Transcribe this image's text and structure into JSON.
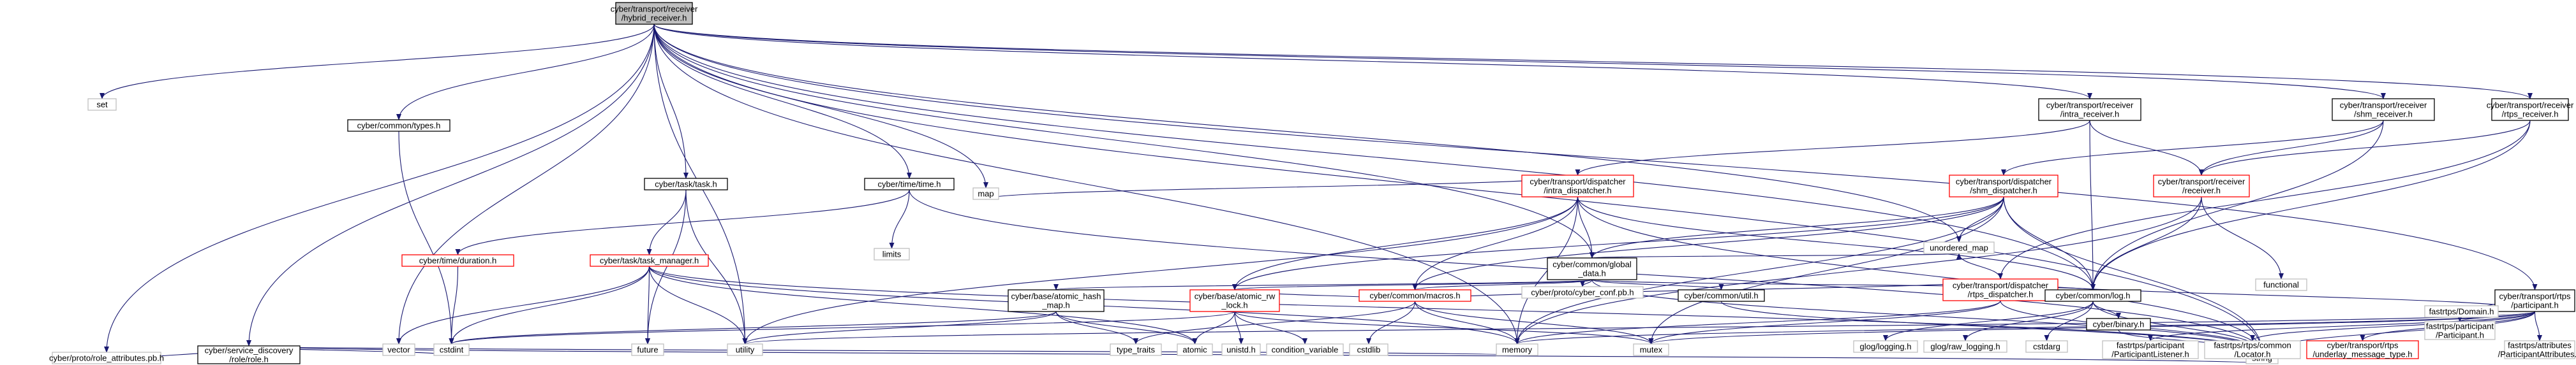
{
  "diagram_title": "",
  "colors": {
    "edge": "#191970",
    "root_fill": "#bfbfbf",
    "node_fill": "#ffffff",
    "normal_border": "#000000",
    "missing_border": "#bfbfbf",
    "linked_border": "#ff0000"
  },
  "nodes": [
    {
      "id": "hybrid",
      "lines": [
        "cyber/transport/receiver",
        "/hybrid_receiver.h"
      ],
      "kind": "root"
    },
    {
      "id": "set",
      "lines": [
        "set"
      ],
      "kind": "missing"
    },
    {
      "id": "commontypes",
      "lines": [
        "cyber/common/types.h"
      ],
      "kind": "normal"
    },
    {
      "id": "tasktask",
      "lines": [
        "cyber/task/task.h"
      ],
      "kind": "normal"
    },
    {
      "id": "timetime",
      "lines": [
        "cyber/time/time.h"
      ],
      "kind": "normal"
    },
    {
      "id": "map",
      "lines": [
        "map"
      ],
      "kind": "missing"
    },
    {
      "id": "intrarecv",
      "lines": [
        "cyber/transport/receiver",
        "/intra_receiver.h"
      ],
      "kind": "normal"
    },
    {
      "id": "shmrecv",
      "lines": [
        "cyber/transport/receiver",
        "/shm_receiver.h"
      ],
      "kind": "normal"
    },
    {
      "id": "rtpsrecv",
      "lines": [
        "cyber/transport/receiver",
        "/rtps_receiver.h"
      ],
      "kind": "normal"
    },
    {
      "id": "intradisp",
      "lines": [
        "cyber/transport/dispatcher",
        "/intra_dispatcher.h"
      ],
      "kind": "linked"
    },
    {
      "id": "shmdisp",
      "lines": [
        "cyber/transport/dispatcher",
        "/shm_dispatcher.h"
      ],
      "kind": "linked"
    },
    {
      "id": "receiver",
      "lines": [
        "cyber/transport/receiver",
        "/receiver.h"
      ],
      "kind": "linked"
    },
    {
      "id": "functional",
      "lines": [
        "functional"
      ],
      "kind": "missing"
    },
    {
      "id": "rtpsdisp",
      "lines": [
        "cyber/transport/dispatcher",
        "/rtps_dispatcher.h"
      ],
      "kind": "linked"
    },
    {
      "id": "globaldata",
      "lines": [
        "cyber/common/global",
        "_data.h"
      ],
      "kind": "normal"
    },
    {
      "id": "servicedisc",
      "lines": [
        "cyber/service_discovery",
        "/role/role.h"
      ],
      "kind": "normal"
    },
    {
      "id": "duration",
      "lines": [
        "cyber/time/duration.h"
      ],
      "kind": "linked"
    },
    {
      "id": "taskmanager",
      "lines": [
        "cyber/task/task_manager.h"
      ],
      "kind": "linked"
    },
    {
      "id": "atomichash",
      "lines": [
        "cyber/base/atomic_hash",
        "_map.h"
      ],
      "kind": "normal"
    },
    {
      "id": "atomicrw",
      "lines": [
        "cyber/base/atomic_rw",
        "_lock.h"
      ],
      "kind": "linked"
    },
    {
      "id": "macros",
      "lines": [
        "cyber/common/macros.h"
      ],
      "kind": "linked"
    },
    {
      "id": "cyberconf",
      "lines": [
        "cyber/proto/cyber_conf.pb.h"
      ],
      "kind": "missing"
    },
    {
      "id": "util",
      "lines": [
        "cyber/common/util.h"
      ],
      "kind": "normal"
    },
    {
      "id": "unorderedmap",
      "lines": [
        "unordered_map"
      ],
      "kind": "missing"
    },
    {
      "id": "limits",
      "lines": [
        "limits"
      ],
      "kind": "missing"
    },
    {
      "id": "log",
      "lines": [
        "cyber/common/log.h"
      ],
      "kind": "normal"
    },
    {
      "id": "participant",
      "lines": [
        "cyber/transport/rtps",
        "/participant.h"
      ],
      "kind": "normal"
    },
    {
      "id": "roleattr",
      "lines": [
        "cyber/proto/role_attributes.pb.h"
      ],
      "kind": "missing"
    },
    {
      "id": "vector",
      "lines": [
        "vector"
      ],
      "kind": "missing"
    },
    {
      "id": "cstdint",
      "lines": [
        "cstdint"
      ],
      "kind": "missing"
    },
    {
      "id": "future",
      "lines": [
        "future"
      ],
      "kind": "missing"
    },
    {
      "id": "utility",
      "lines": [
        "utility"
      ],
      "kind": "missing"
    },
    {
      "id": "typetraits",
      "lines": [
        "type_traits"
      ],
      "kind": "missing"
    },
    {
      "id": "atomic",
      "lines": [
        "atomic"
      ],
      "kind": "missing"
    },
    {
      "id": "unistd",
      "lines": [
        "unistd.h"
      ],
      "kind": "missing"
    },
    {
      "id": "condvar",
      "lines": [
        "condition_variable"
      ],
      "kind": "missing"
    },
    {
      "id": "cstdlib",
      "lines": [
        "cstdlib"
      ],
      "kind": "missing"
    },
    {
      "id": "memory",
      "lines": [
        "memory"
      ],
      "kind": "missing"
    },
    {
      "id": "mutex",
      "lines": [
        "mutex"
      ],
      "kind": "missing"
    },
    {
      "id": "glog",
      "lines": [
        "glog/logging.h"
      ],
      "kind": "missing"
    },
    {
      "id": "glograw",
      "lines": [
        "glog/raw_logging.h"
      ],
      "kind": "missing"
    },
    {
      "id": "cstdarg",
      "lines": [
        "cstdarg"
      ],
      "kind": "missing"
    },
    {
      "id": "binary",
      "lines": [
        "cyber/binary.h"
      ],
      "kind": "normal"
    },
    {
      "id": "string",
      "lines": [
        "string"
      ],
      "kind": "missing"
    },
    {
      "id": "partlistener",
      "lines": [
        "fastrtps/participant",
        "/ParticipantListener.h"
      ],
      "kind": "missing"
    },
    {
      "id": "locator",
      "lines": [
        "fastrtps/rtps/common",
        "/Locator.h"
      ],
      "kind": "missing"
    },
    {
      "id": "underlay",
      "lines": [
        "cyber/transport/rtps",
        "/underlay_message_type.h"
      ],
      "kind": "linked"
    },
    {
      "id": "domain",
      "lines": [
        "fastrtps/Domain.h"
      ],
      "kind": "missing"
    },
    {
      "id": "partattr",
      "lines": [
        "fastrtps/attributes",
        "/ParticipantAttributes.h"
      ],
      "kind": "missing"
    },
    {
      "id": "fpart",
      "lines": [
        "fastrtps/participant",
        "/Participant.h"
      ],
      "kind": "missing"
    }
  ],
  "edges": [
    [
      "hybrid",
      "set"
    ],
    [
      "hybrid",
      "commontypes"
    ],
    [
      "hybrid",
      "tasktask"
    ],
    [
      "hybrid",
      "timetime"
    ],
    [
      "hybrid",
      "map"
    ],
    [
      "hybrid",
      "intrarecv"
    ],
    [
      "hybrid",
      "shmrecv"
    ],
    [
      "hybrid",
      "rtpsrecv"
    ],
    [
      "hybrid",
      "globaldata"
    ],
    [
      "hybrid",
      "servicedisc"
    ],
    [
      "hybrid",
      "roleattr"
    ],
    [
      "hybrid",
      "vector"
    ],
    [
      "hybrid",
      "string"
    ],
    [
      "hybrid",
      "memory"
    ],
    [
      "hybrid",
      "unorderedmap"
    ],
    [
      "hybrid",
      "utility"
    ],
    [
      "hybrid",
      "log"
    ],
    [
      "hybrid",
      "participant"
    ],
    [
      "commontypes",
      "cstdint"
    ],
    [
      "tasktask",
      "taskmanager"
    ],
    [
      "tasktask",
      "future"
    ],
    [
      "tasktask",
      "utility"
    ],
    [
      "timetime",
      "duration"
    ],
    [
      "timetime",
      "limits"
    ],
    [
      "timetime",
      "string"
    ],
    [
      "duration",
      "cstdint"
    ],
    [
      "taskmanager",
      "vector"
    ],
    [
      "taskmanager",
      "cstdint"
    ],
    [
      "taskmanager",
      "future"
    ],
    [
      "taskmanager",
      "utility"
    ],
    [
      "taskmanager",
      "atomic"
    ],
    [
      "taskmanager",
      "string"
    ],
    [
      "taskmanager",
      "memory"
    ],
    [
      "taskmanager",
      "type_traits"
    ],
    [
      "servicedisc",
      "cstdint"
    ],
    [
      "servicedisc",
      "roleattr"
    ],
    [
      "servicedisc",
      "string"
    ],
    [
      "servicedisc",
      "memory"
    ],
    [
      "intrarecv",
      "intradisp"
    ],
    [
      "intrarecv",
      "receiver"
    ],
    [
      "intrarecv",
      "log"
    ],
    [
      "shmrecv",
      "shmdisp"
    ],
    [
      "shmrecv",
      "receiver"
    ],
    [
      "shmrecv",
      "log"
    ],
    [
      "rtpsrecv",
      "rtpsdisp"
    ],
    [
      "rtpsrecv",
      "receiver"
    ],
    [
      "rtpsrecv",
      "log"
    ],
    [
      "intradisp",
      "map"
    ],
    [
      "intradisp",
      "globaldata"
    ],
    [
      "intradisp",
      "atomicrw"
    ],
    [
      "intradisp",
      "macros"
    ],
    [
      "intradisp",
      "utility"
    ],
    [
      "intradisp",
      "memory"
    ],
    [
      "intradisp",
      "string"
    ],
    [
      "intradisp",
      "log"
    ],
    [
      "shmdisp",
      "globaldata"
    ],
    [
      "shmdisp",
      "atomicrw"
    ],
    [
      "shmdisp",
      "macros"
    ],
    [
      "shmdisp",
      "unorderedmap"
    ],
    [
      "shmdisp",
      "memory"
    ],
    [
      "shmdisp",
      "string"
    ],
    [
      "shmdisp",
      "log"
    ],
    [
      "shmdisp",
      "mutex"
    ],
    [
      "receiver",
      "functional"
    ],
    [
      "receiver",
      "memory"
    ],
    [
      "receiver",
      "log"
    ],
    [
      "rtpsdisp",
      "unorderedmap"
    ],
    [
      "rtpsdisp",
      "macros"
    ],
    [
      "rtpsdisp",
      "log"
    ],
    [
      "rtpsdisp",
      "memory"
    ],
    [
      "rtpsdisp",
      "string"
    ],
    [
      "rtpsdisp",
      "mutex"
    ],
    [
      "rtpsdisp",
      "participant"
    ],
    [
      "globaldata",
      "atomichash"
    ],
    [
      "globaldata",
      "atomicrw"
    ],
    [
      "globaldata",
      "macros"
    ],
    [
      "globaldata",
      "cyberconf"
    ],
    [
      "globaldata",
      "util"
    ],
    [
      "globaldata",
      "unorderedmap"
    ],
    [
      "globaldata",
      "string"
    ],
    [
      "globaldata",
      "log"
    ],
    [
      "atomichash",
      "cstdint"
    ],
    [
      "atomichash",
      "utility"
    ],
    [
      "atomichash",
      "typetraits"
    ],
    [
      "atomichash",
      "atomic"
    ],
    [
      "atomicrw",
      "cstdint"
    ],
    [
      "atomicrw",
      "unistd"
    ],
    [
      "atomicrw",
      "condvar"
    ],
    [
      "atomicrw",
      "atomic"
    ],
    [
      "atomicrw",
      "mutex"
    ],
    [
      "atomicrw",
      "macros"
    ],
    [
      "macros",
      "cstdlib"
    ],
    [
      "macros",
      "typetraits"
    ],
    [
      "macros",
      "memory"
    ],
    [
      "macros",
      "mutex"
    ],
    [
      "util",
      "string"
    ],
    [
      "log",
      "cstdarg"
    ],
    [
      "log",
      "glog"
    ],
    [
      "log",
      "glograw"
    ],
    [
      "log",
      "binary"
    ],
    [
      "log",
      "string"
    ],
    [
      "binary",
      "string"
    ],
    [
      "participant",
      "partlistener"
    ],
    [
      "participant",
      "locator"
    ],
    [
      "participant",
      "underlay"
    ],
    [
      "participant",
      "domain"
    ],
    [
      "participant",
      "partattr"
    ],
    [
      "participant",
      "fpart"
    ],
    [
      "participant",
      "memory"
    ],
    [
      "participant",
      "mutex"
    ],
    [
      "participant",
      "string"
    ],
    [
      "participant",
      "utility"
    ]
  ]
}
